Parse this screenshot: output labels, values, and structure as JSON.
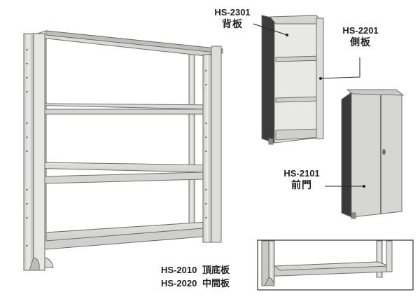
{
  "labels": {
    "back_panel": {
      "code": "HS-2301",
      "name": "背板"
    },
    "side_panel": {
      "code": "HS-2201",
      "name": "側板"
    },
    "front_door": {
      "code": "HS-2101",
      "name": "前門"
    },
    "top_bottom": {
      "code": "HS-2010",
      "name": "頂底板"
    },
    "middle": {
      "code": "HS-2020",
      "name": "中間板"
    }
  },
  "colors": {
    "frame": "#d9d9d6",
    "frame_dark": "#9a9a96",
    "outline": "#6e6e6a",
    "shadow": "#3a3a3a",
    "text": "#222222"
  }
}
